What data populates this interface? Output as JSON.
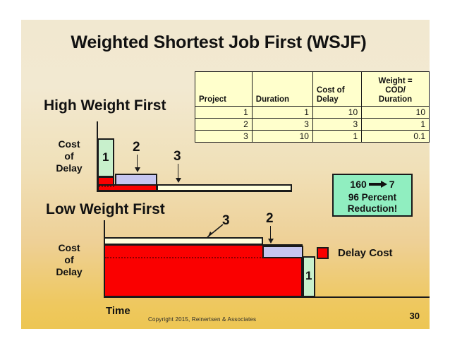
{
  "slide": {
    "title": "Weighted Shortest Job First (WSJF)",
    "page_number": "30",
    "copyright": "Copyright 2015, Reinertsen & Associates",
    "background_top_color": "#f1e8d0",
    "background_bottom_color": "#edc653"
  },
  "table": {
    "headers": [
      "Project",
      "Duration",
      "Cost of Delay",
      "Weight = COD/ Duration"
    ],
    "header_lines": {
      "project": "Project",
      "duration": "Duration",
      "cost_of_delay_l1": "Cost of",
      "cost_of_delay_l2": "Delay",
      "weight_l1": "Weight =",
      "weight_l2": "COD/",
      "weight_l3": "Duration"
    },
    "rows": [
      {
        "project": "1",
        "duration": "1",
        "cost_of_delay": "10",
        "weight": "10"
      },
      {
        "project": "2",
        "duration": "3",
        "cost_of_delay": "3",
        "weight": "1"
      },
      {
        "project": "3",
        "duration": "10",
        "cost_of_delay": "1",
        "weight": "0.1"
      }
    ]
  },
  "sections": {
    "high": {
      "heading": "High Weight First",
      "y_axis_label_l1": "Cost",
      "y_axis_label_l2": "of",
      "y_axis_label_l3": "Delay",
      "bar_labels": {
        "one": "1",
        "two": "2",
        "three": "3"
      }
    },
    "low": {
      "heading": "Low Weight First",
      "y_axis_label_l1": "Cost",
      "y_axis_label_l2": "of",
      "y_axis_label_l3": "Delay",
      "bar_labels": {
        "one": "1",
        "two": "2",
        "three": "3"
      }
    },
    "x_axis_label": "Time"
  },
  "callout": {
    "from_value": "160",
    "to_value": "7",
    "result_l1": "96 Percent",
    "result_l2": "Reduction!",
    "background_color": "#90eec0"
  },
  "legend": {
    "items": [
      {
        "label": "Delay Cost",
        "color": "#fa0000"
      }
    ]
  },
  "chart_data": {
    "type": "bar",
    "title": "Weighted Shortest Job First (WSJF)",
    "xlabel": "Time",
    "ylabel": "Cost of Delay",
    "charts": [
      {
        "name": "High Weight First",
        "sequence": [
          "1",
          "2",
          "3"
        ],
        "projects": [
          {
            "id": "1",
            "duration": 1,
            "cost_of_delay": 10,
            "weight": 10,
            "color": "#c8f0cc"
          },
          {
            "id": "2",
            "duration": 3,
            "cost_of_delay": 3,
            "weight": 1,
            "color": "#c6c6f0"
          },
          {
            "id": "3",
            "duration": 10,
            "cost_of_delay": 1,
            "weight": 0.1,
            "color": "#ffffdd"
          }
        ],
        "total_delay_cost": 7
      },
      {
        "name": "Low Weight First",
        "sequence": [
          "3",
          "2",
          "1"
        ],
        "projects": [
          {
            "id": "3",
            "duration": 10,
            "cost_of_delay": 1,
            "weight": 0.1,
            "color": "#ffffdd"
          },
          {
            "id": "2",
            "duration": 3,
            "cost_of_delay": 3,
            "weight": 1,
            "color": "#c6c6f0"
          },
          {
            "id": "1",
            "duration": 1,
            "cost_of_delay": 10,
            "weight": 10,
            "color": "#c8f0cc"
          }
        ],
        "total_delay_cost": 160
      }
    ],
    "delay_cost_series_color": "#fa0000",
    "grid": false,
    "legend_position": "right"
  }
}
